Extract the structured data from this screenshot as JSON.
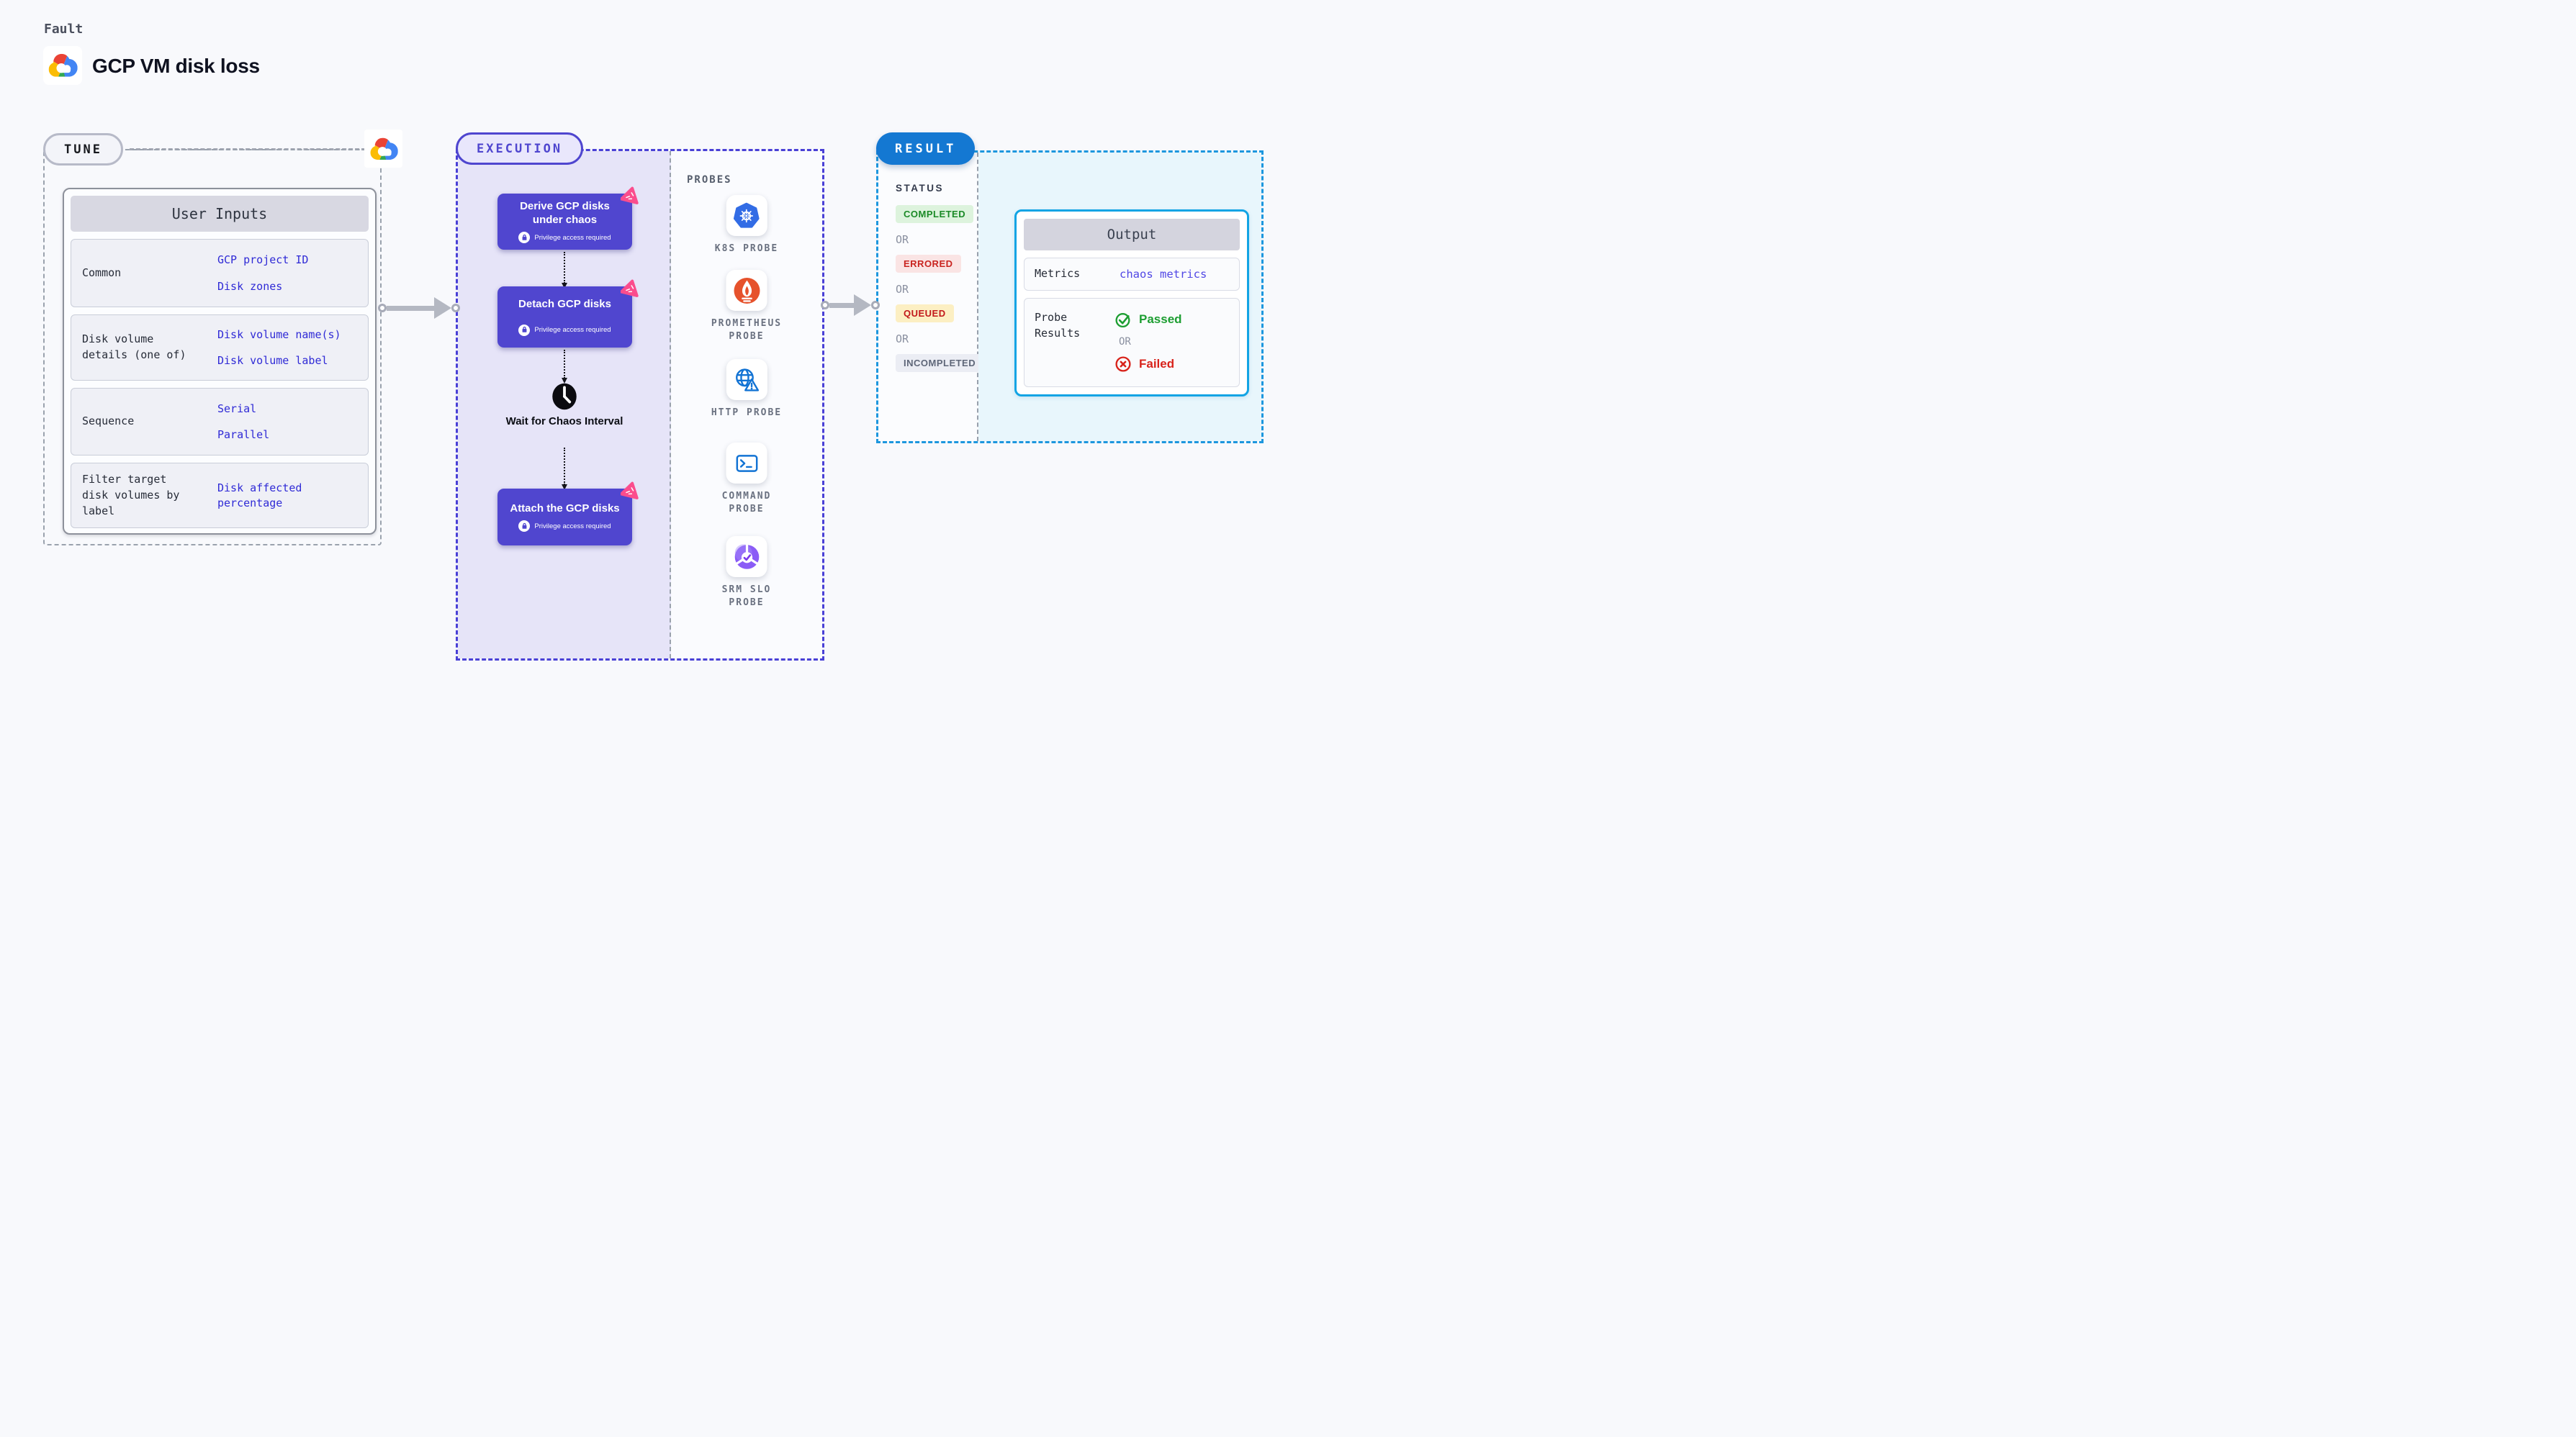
{
  "colors": {
    "page-bg": "#f8f9fc",
    "accent-indigo": "#4f46cf",
    "node-purple": "#5046cf",
    "lavender": "#e6e4f8",
    "tune-gray": "#9aa2ad",
    "result-blue": "#1478d2",
    "result-dash": "#1d97de",
    "output-border": "#12a4e4",
    "link-blue": "#2f2ad6",
    "metrics-blue": "#5047e5",
    "green": "#1d9e32",
    "red": "#d8241c",
    "pink": "#fb4d8d",
    "arrow-gray": "#b4b8c2"
  },
  "header": {
    "kicker": "Fault",
    "title": "GCP VM disk loss",
    "logo_icon": "gcp-cloud-logo"
  },
  "tune": {
    "badge": "TUNE",
    "inputs": {
      "header": "User Inputs",
      "rows": [
        {
          "label": "Common",
          "values": [
            "GCP project ID",
            "Disk zones"
          ]
        },
        {
          "label": "Disk volume details (one of)",
          "values": [
            "Disk volume name(s)",
            "Disk volume label"
          ]
        },
        {
          "label": "Sequence",
          "values": [
            "Serial",
            "Parallel"
          ]
        },
        {
          "label": "Filter target disk volumes by label",
          "values": [
            "Disk affected percentage"
          ]
        }
      ]
    }
  },
  "execution": {
    "badge": "EXECUTION",
    "privilege_note": "Privilege access required",
    "steps": [
      {
        "title": "Derive GCP disks under chaos",
        "icon": "chaos-icon"
      },
      {
        "title": "Detach GCP disks",
        "icon": "chaos-icon"
      },
      {
        "title": "Attach the GCP disks",
        "icon": "chaos-icon"
      }
    ],
    "wait_label": "Wait for Chaos Interval",
    "wait_icon": "clock-icon"
  },
  "probes": {
    "label": "PROBES",
    "items": [
      {
        "label": "K8S PROBE",
        "icon": "kubernetes-icon"
      },
      {
        "label": "PROMETHEUS PROBE",
        "icon": "prometheus-icon"
      },
      {
        "label": "HTTP PROBE",
        "icon": "http-globe-icon"
      },
      {
        "label": "COMMAND PROBE",
        "icon": "terminal-icon"
      },
      {
        "label": "SRM SLO PROBE",
        "icon": "srm-slo-icon"
      }
    ]
  },
  "result": {
    "badge": "RESULT",
    "status_heading": "STATUS",
    "or": "OR",
    "statuses": [
      {
        "label": "COMPLETED",
        "kind": "completed"
      },
      {
        "label": "ERRORED",
        "kind": "errored"
      },
      {
        "label": "QUEUED",
        "kind": "queued"
      },
      {
        "label": "INCOMPLETED",
        "kind": "incompleted"
      }
    ],
    "output": {
      "header": "Output",
      "metrics_label": "Metrics",
      "metrics_value": "chaos metrics",
      "probe_results_label": "Probe Results",
      "passed": "Passed",
      "passed_icon": "check-circle-icon",
      "failed": "Failed",
      "failed_icon": "x-circle-icon"
    }
  }
}
